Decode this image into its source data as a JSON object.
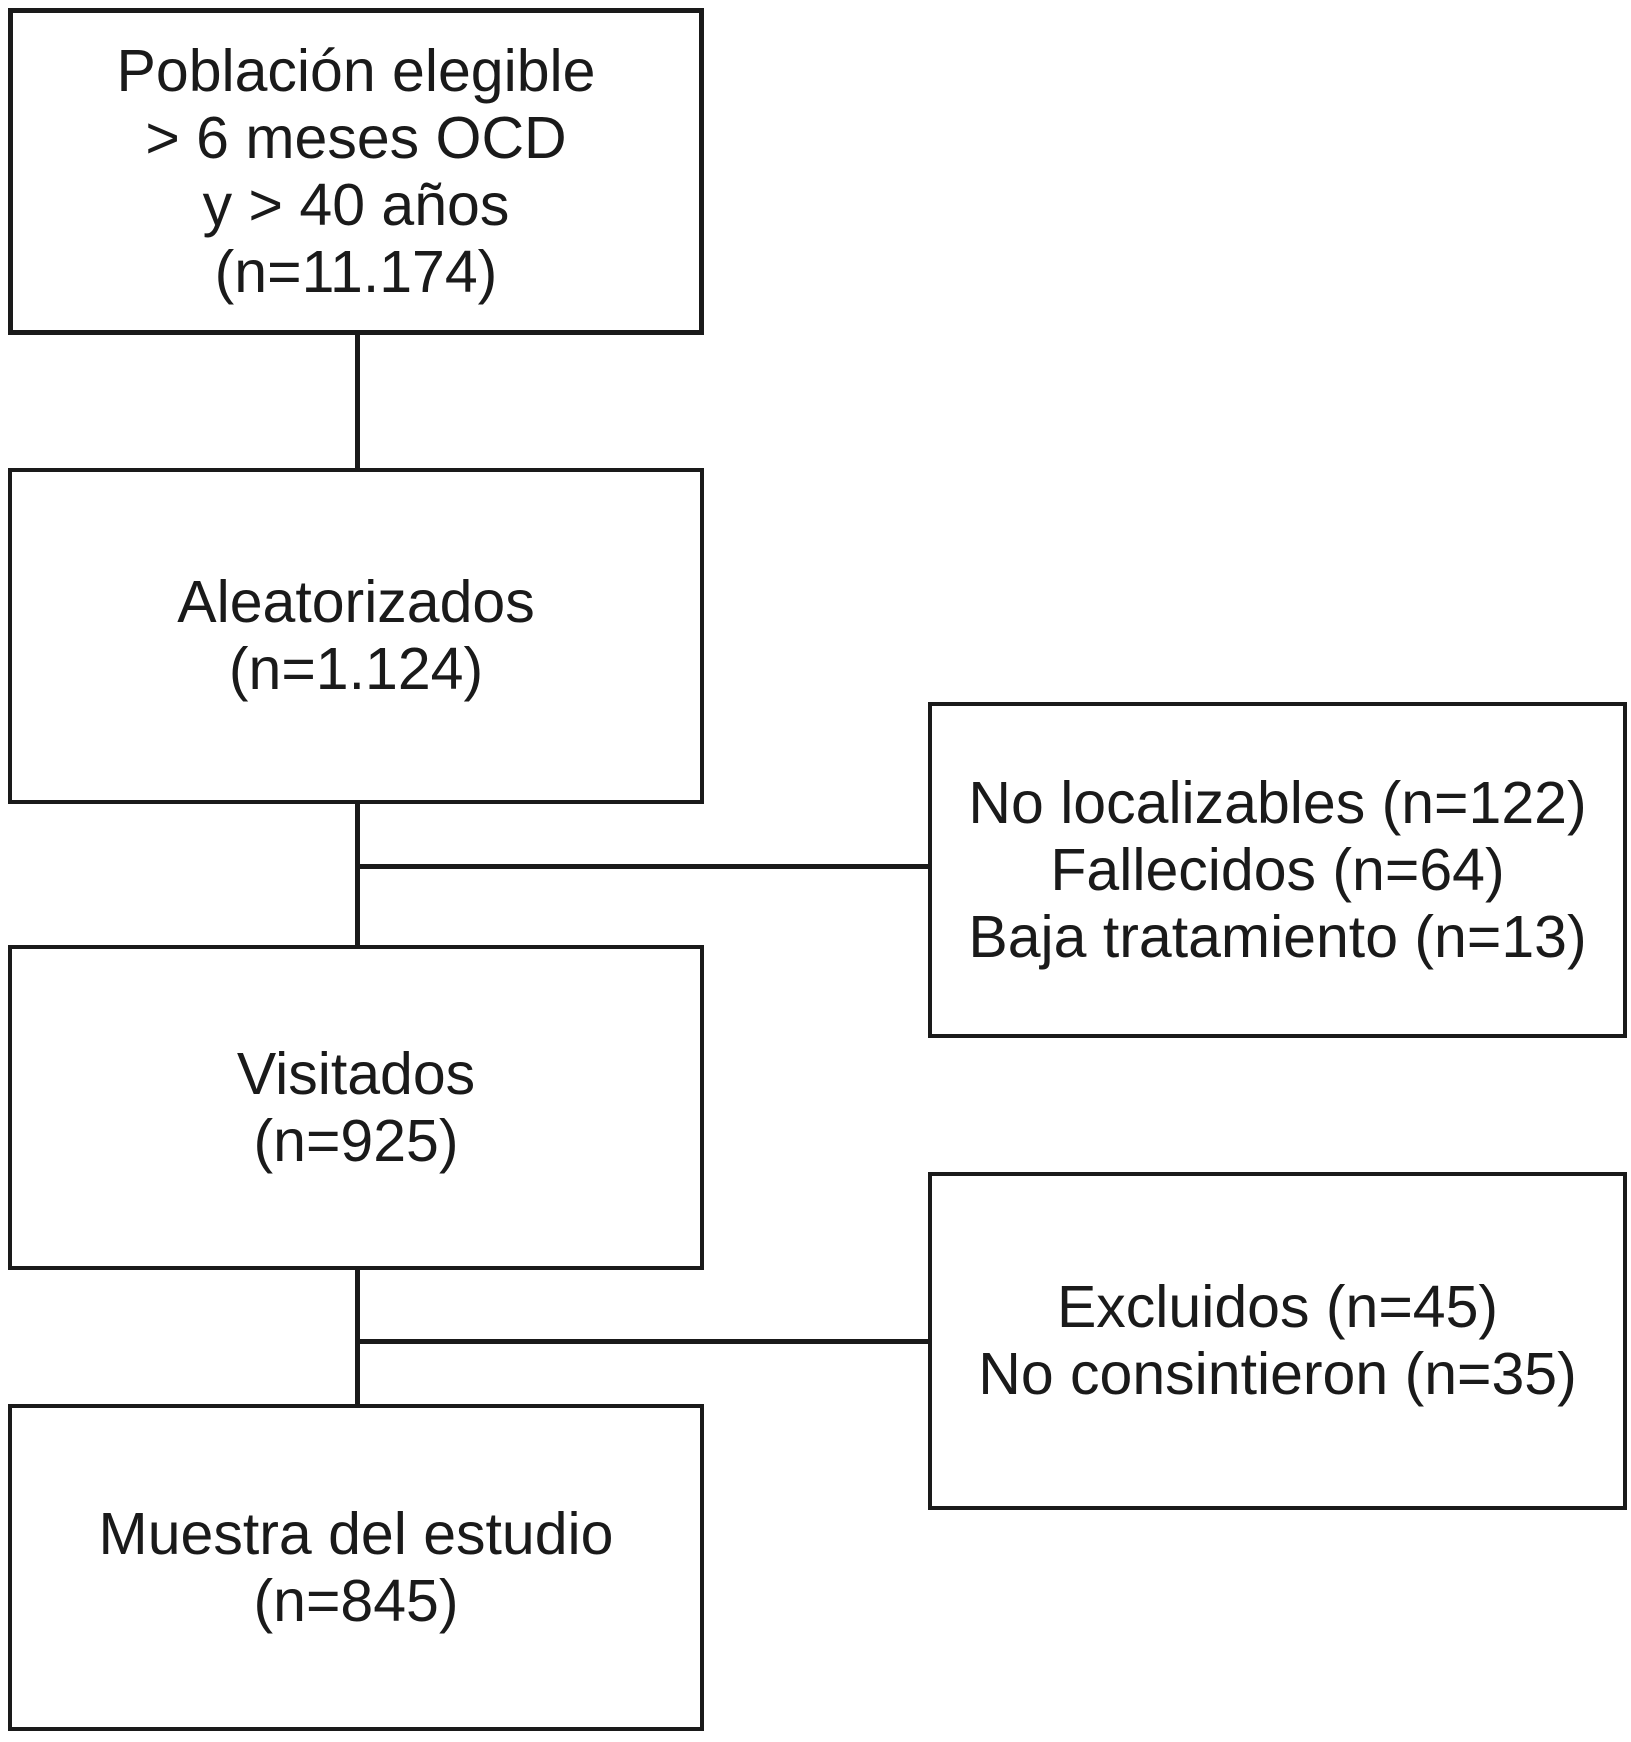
{
  "figure": {
    "type": "flow-diagram",
    "language": "es",
    "background_color": "#ffffff",
    "line_color": "#1a1a1a",
    "boxes": {
      "eligible": {
        "lines": [
          "Población elegible",
          "> 6 meses OCD",
          "y > 40 años",
          "(n=11.174)"
        ]
      },
      "randomized": {
        "lines": [
          "Aleatorizados",
          "(n=1.124)"
        ]
      },
      "not_reached": {
        "lines": [
          "No localizables (n=122)",
          "Fallecidos (n=64)",
          "Baja tratamiento (n=13)"
        ]
      },
      "visited": {
        "lines": [
          "Visitados",
          "(n=925)"
        ]
      },
      "excluded": {
        "lines": [
          "Excluidos (n=45)",
          "No consintieron (n=35)"
        ]
      },
      "sample": {
        "lines": [
          "Muestra del estudio",
          "(n=845)"
        ]
      }
    }
  }
}
